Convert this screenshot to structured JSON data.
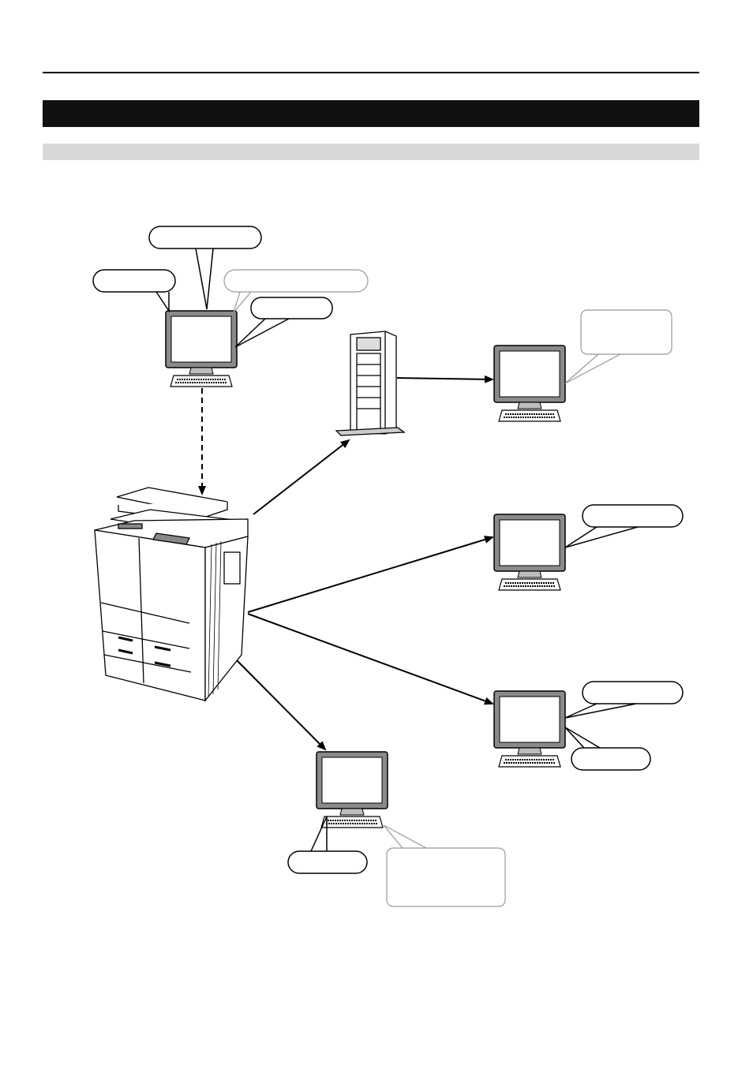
{
  "header": {
    "section_title": "",
    "subsection_title": ""
  },
  "callouts": {
    "top_center": "",
    "top_left": "",
    "top_right_gray": "",
    "top_right_small": "",
    "right_top": "",
    "right_middle": "",
    "right_lower_top": "",
    "right_lower_bottom": "",
    "bottom_left": "",
    "bottom_right": ""
  },
  "diagram": {
    "nodes": [
      "copier",
      "server",
      "pc-top",
      "pc-right-top",
      "pc-right-middle",
      "pc-right-lower",
      "pc-bottom"
    ],
    "connections": [
      {
        "from": "pc-top",
        "to": "copier",
        "style": "dashed"
      },
      {
        "from": "copier",
        "to": "server",
        "style": "solid"
      },
      {
        "from": "server",
        "to": "pc-right-top",
        "style": "solid"
      },
      {
        "from": "copier",
        "to": "pc-right-middle",
        "style": "solid"
      },
      {
        "from": "copier",
        "to": "pc-right-lower",
        "style": "solid"
      },
      {
        "from": "copier",
        "to": "pc-bottom",
        "style": "solid"
      }
    ]
  },
  "colors": {
    "ink": "#000000",
    "title_bar": "#111111",
    "sub_bar": "#d9d9d9",
    "gray_outline": "#999999"
  }
}
